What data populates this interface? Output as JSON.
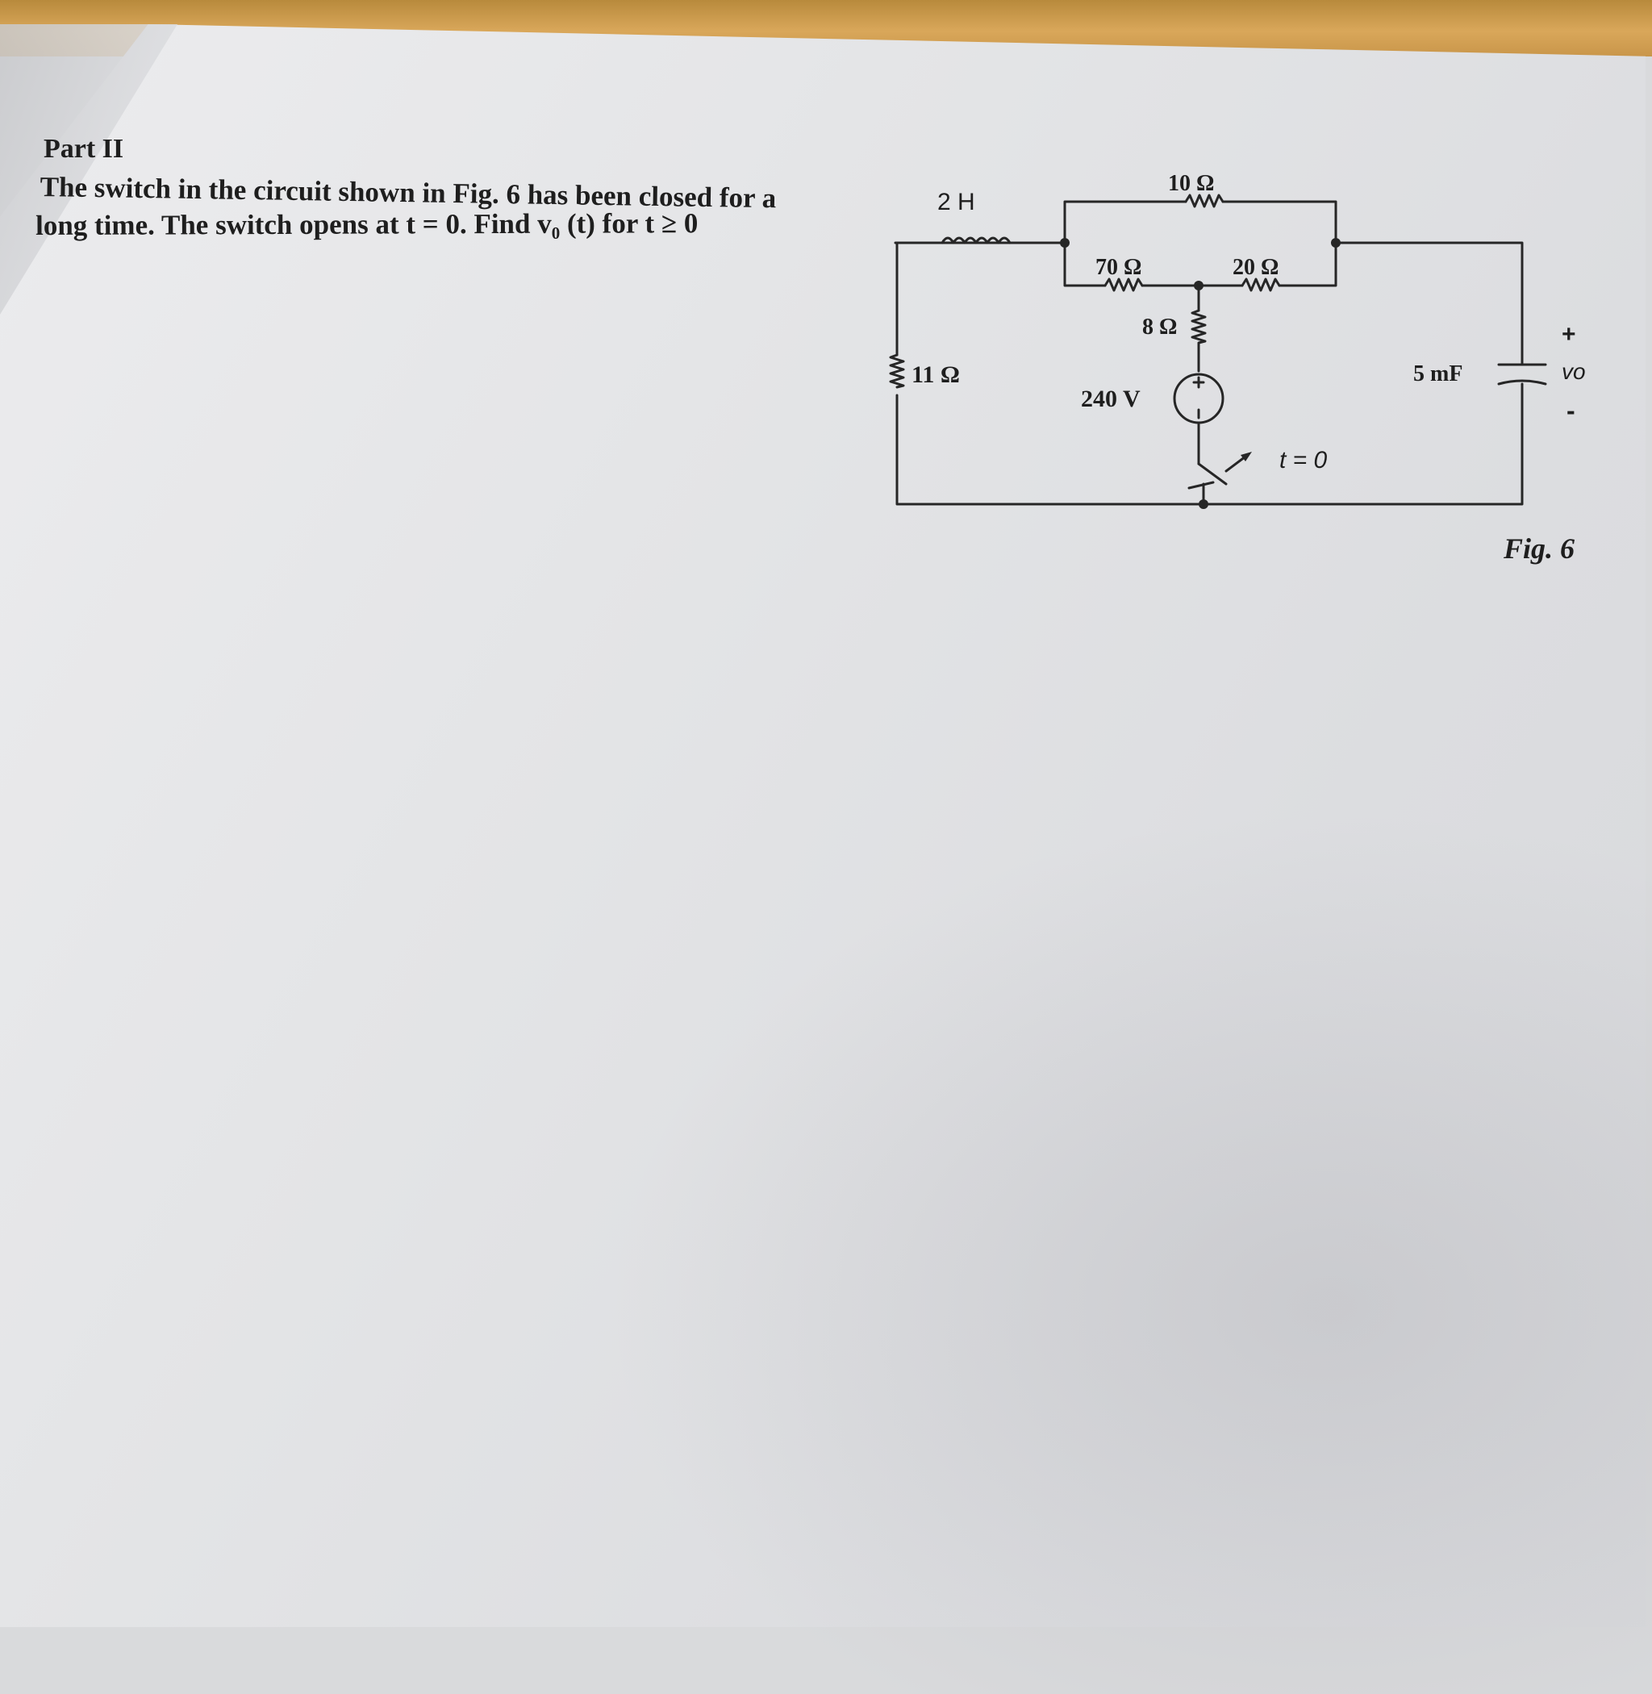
{
  "problem": {
    "heading": "Part II",
    "text_line_1": "The switch in the circuit shown in Fig. 6 has been closed for a",
    "text_line_2": "long time. The switch opens at t = 0. Find v₀ (t) for t ≥ 0"
  },
  "figure": {
    "caption": "Fig. 6",
    "components": {
      "inductor": "2 H",
      "r_top": "10 Ω",
      "r_70": "70 Ω",
      "r_20": "20 Ω",
      "r_8": "8 Ω",
      "r_11": "11 Ω",
      "source": "240 V",
      "source_plus": "+",
      "source_minus": "−",
      "capacitor": "5 mF",
      "switch": "t = 0",
      "vo_plus": "+",
      "vo_label": "vo",
      "vo_minus": "-"
    }
  }
}
